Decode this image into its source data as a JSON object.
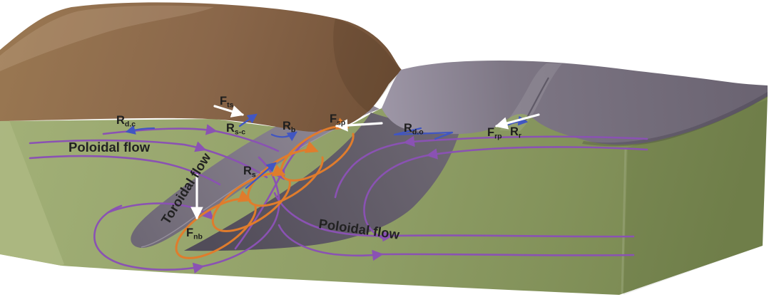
{
  "figure": {
    "type": "3d-block-diagram",
    "colors": {
      "background": "#ffffff",
      "mantle_green": "#99a76e",
      "mantle_green_dark": "#7d8c56",
      "mantle_green_light": "#adb983",
      "continent_brown": "#8f6c4c",
      "continent_brown_dark": "#775539",
      "ocean_plate_gray": "#736c7a",
      "ocean_plate_light": "#9b94a4",
      "slab_gray": "#817b88",
      "slab_shadow": "#5a5562",
      "poloidal_purple": "#8a52b3",
      "toroidal_orange": "#e07c2c",
      "resistance_blue": "#4156c2",
      "force_white": "#ffffff",
      "label_text": "#1e1e1e"
    },
    "labels": {
      "f_ts": {
        "main": "F",
        "sub": "ts"
      },
      "r_dc": {
        "main": "R",
        "sub": "d.c"
      },
      "r_sc": {
        "main": "R",
        "sub": "s-c"
      },
      "r_b": {
        "main": "R",
        "sub": "b"
      },
      "f_sp": {
        "main": "F",
        "sub": "sp"
      },
      "r_do": {
        "main": "R",
        "sub": "d.o"
      },
      "f_rp": {
        "main": "F",
        "sub": "rp"
      },
      "r_r": {
        "main": "R",
        "sub": "r"
      },
      "r_s": {
        "main": "R",
        "sub": "s"
      },
      "f_nb": {
        "main": "F",
        "sub": "nb"
      },
      "poloidal_left": "Poloidal flow",
      "poloidal_right": "Poloidal flow",
      "toroidal": "Toroidal flow"
    }
  }
}
